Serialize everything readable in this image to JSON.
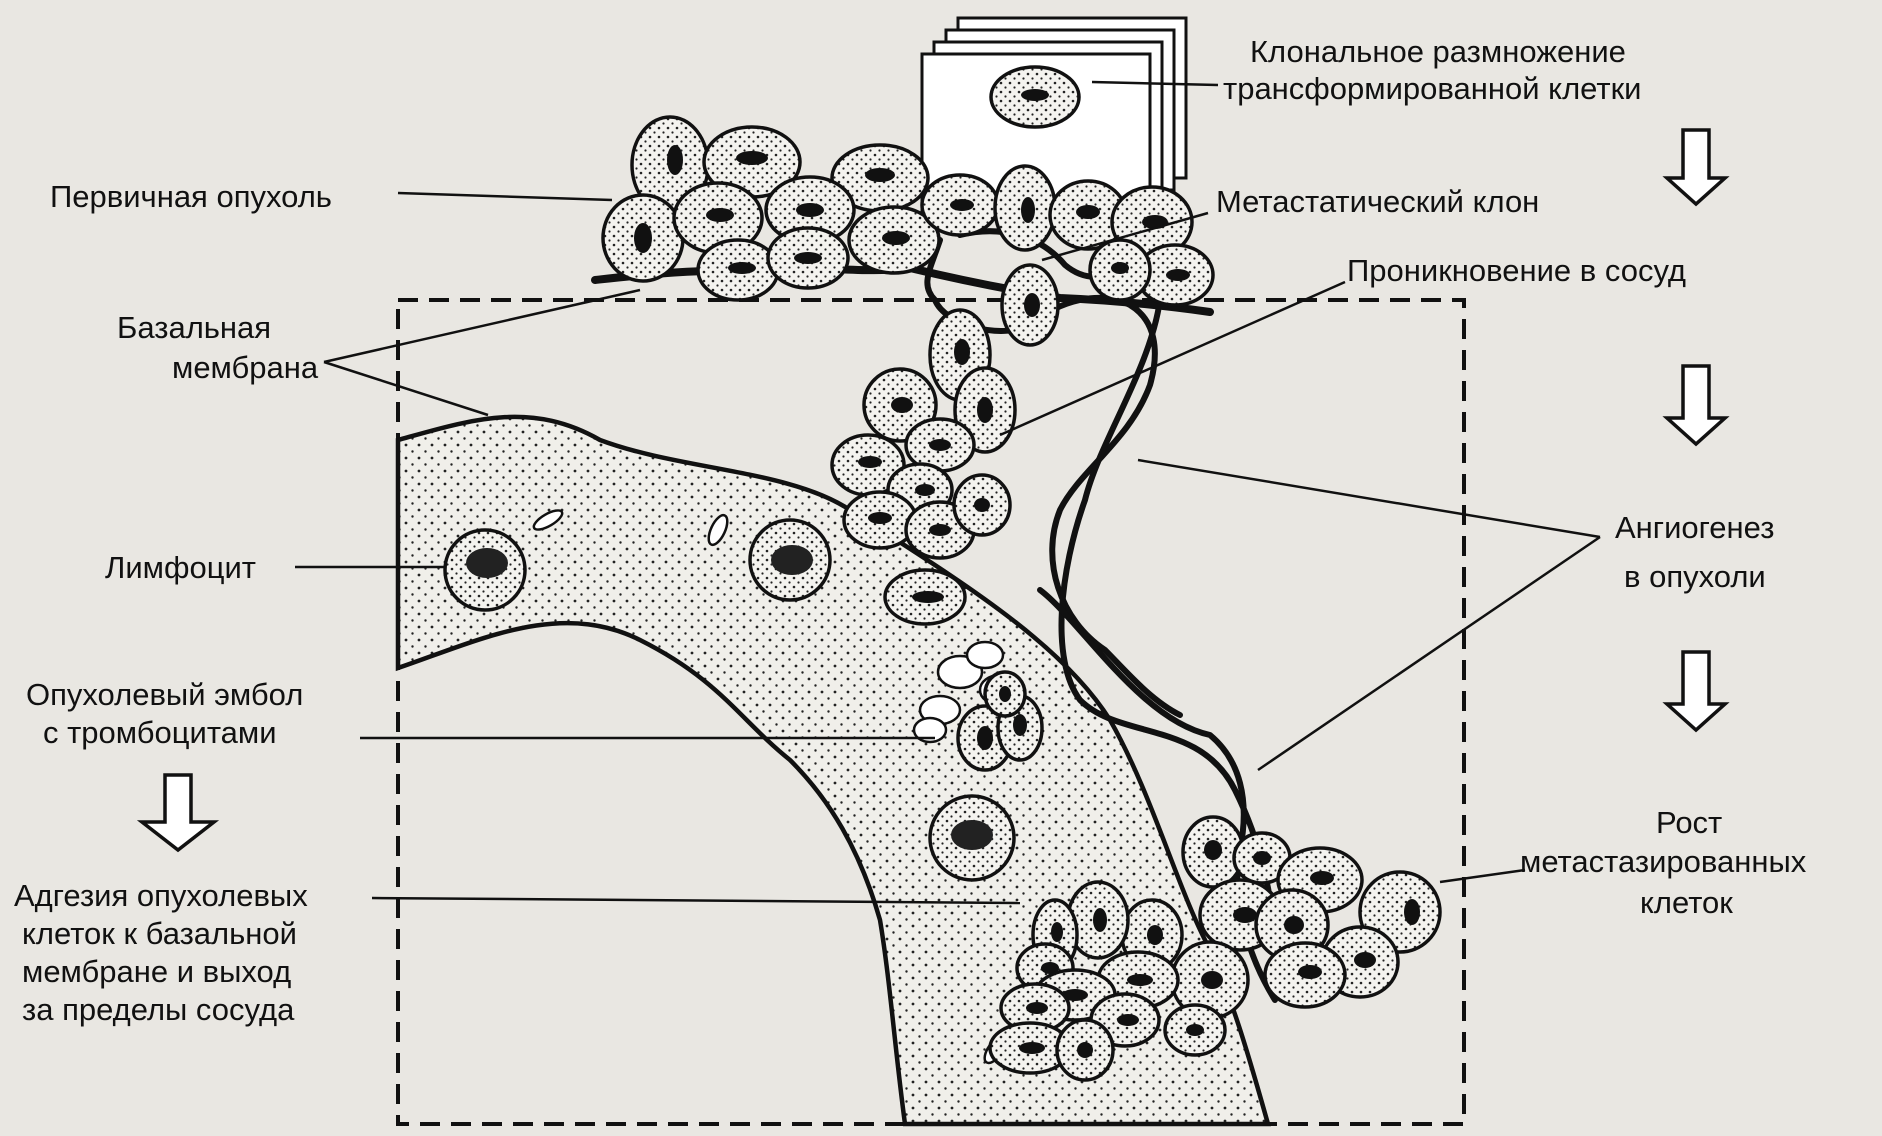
{
  "labels": {
    "clonal_1": "Клональное размножение",
    "clonal_2": "трансформированной клетки",
    "primary_tumor": "Первичная опухоль",
    "metastatic_clone": "Метастатический  клон",
    "vessel_entry": "Проникновение в сосуд",
    "basal_1": "Базальная",
    "basal_2": "мембрана",
    "lymphocyte": "Лимфоцит",
    "angio_1": "Ангиогенез",
    "angio_2": "в опухоли",
    "embol_1": "Опухолевый эмбол",
    "embol_2": "с тромбоцитами",
    "growth_1": "Рост",
    "growth_2": "метастазированных",
    "growth_3": "клеток",
    "adhesion_1": "Адгезия опухолевых",
    "adhesion_2": "клеток к базальной",
    "adhesion_3": "мембране  и выход",
    "adhesion_4": "за пределы сосуда"
  },
  "colors": {
    "ink": "#111111",
    "paper": "#e9e7e2",
    "arrow_fill": "#ffffff"
  }
}
